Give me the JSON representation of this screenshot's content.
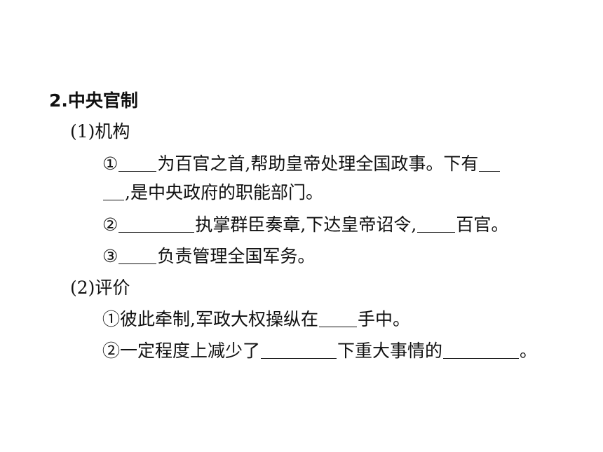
{
  "section": {
    "heading": "2.中央官制",
    "part1": {
      "title": "(1)机构",
      "item1": {
        "marker": "①",
        "text_a": "为百官之首,帮助皇帝处理全国政事。下有",
        "text_b": ",是中央政府的职能部门。"
      },
      "item2": {
        "marker": "②",
        "text_a": "执掌群臣奏章,下达皇帝诏令,",
        "text_b": "百官。"
      },
      "item3": {
        "marker": "③",
        "text_a": "负责管理全国军务。"
      }
    },
    "part2": {
      "title": "(2)评价",
      "item1": {
        "marker": "①",
        "text_a": "彼此牵制,军政大权操纵在",
        "text_b": "手中。"
      },
      "item2": {
        "marker": "②",
        "text_a": "一定程度上减少了",
        "text_b": "下重大事情的",
        "text_c": "。"
      }
    }
  }
}
